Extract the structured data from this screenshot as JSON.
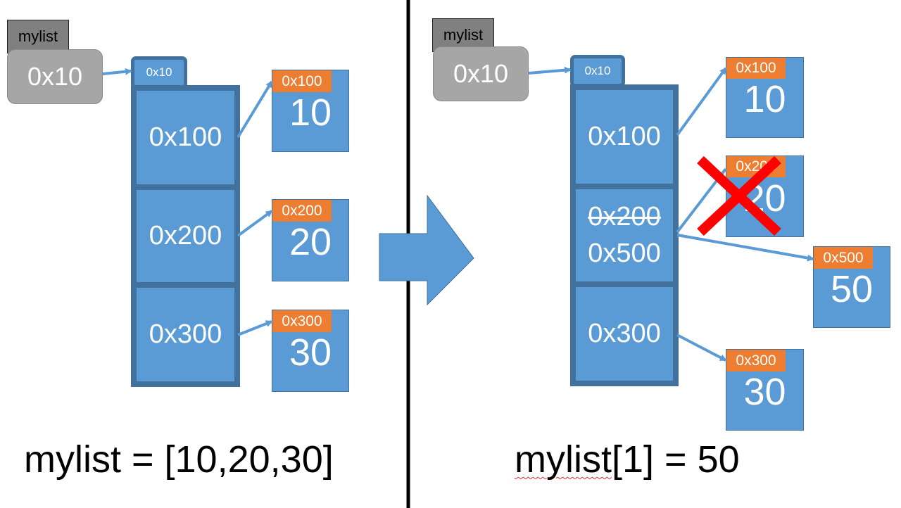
{
  "left": {
    "var_name": "mylist",
    "var_value": "0x10",
    "list_address": "0x10",
    "cells": [
      "0x100",
      "0x200",
      "0x300"
    ],
    "objects": [
      {
        "address": "0x100",
        "value": "10"
      },
      {
        "address": "0x200",
        "value": "20"
      },
      {
        "address": "0x300",
        "value": "30"
      }
    ],
    "caption": "mylist = [10,20,30]"
  },
  "right": {
    "var_name": "mylist",
    "var_value": "0x10",
    "list_address": "0x10",
    "cells": [
      {
        "lines": [
          "0x100"
        ]
      },
      {
        "old": "0x200",
        "new": "0x500"
      },
      {
        "lines": [
          "0x300"
        ]
      }
    ],
    "objects": [
      {
        "address": "0x100",
        "value": "10",
        "crossed_out": false
      },
      {
        "address": "0x200",
        "value": "20",
        "crossed_out": true
      },
      {
        "address": "0x500",
        "value": "50",
        "crossed_out": false
      },
      {
        "address": "0x300",
        "value": "30",
        "crossed_out": false
      }
    ],
    "caption_name": "mylist",
    "caption_rest": "[1] = 50"
  },
  "colors": {
    "cell_fill": "#5b9bd5",
    "cell_border": "#41719c",
    "address_tag": "#ed7d31",
    "variable_box": "#a6a6a6",
    "variable_tag": "#808080",
    "arrow": "#5b9bd5",
    "cross": "#ff0000",
    "divider": "#000000"
  },
  "icons": {
    "transition": "right-block-arrow-icon",
    "removal": "red-x-cross-icon"
  }
}
